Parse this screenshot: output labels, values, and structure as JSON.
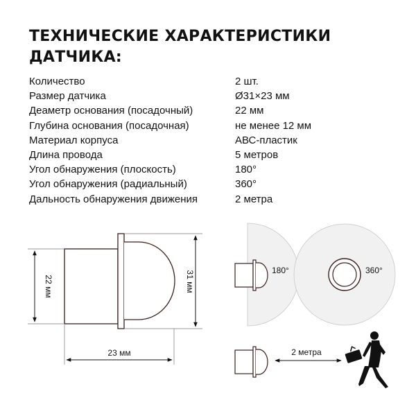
{
  "title": {
    "line1": "ТЕХНИЧЕСКИЕ ХАРАКТЕРИСТИКИ",
    "line2": "ДАТЧИКА:"
  },
  "specs": [
    {
      "label": "Количество",
      "value": "2 шт."
    },
    {
      "label": "Размер датчика",
      "value": "Ø31×23 мм"
    },
    {
      "label": "Деаметр основания (посадочный)",
      "value": "22 мм"
    },
    {
      "label": "Глубина основания (посадочная)",
      "value": "не менее 12 мм"
    },
    {
      "label": "Материал корпуса",
      "value": "АВС-пластик"
    },
    {
      "label": "Длина провода",
      "value": "5 метров"
    },
    {
      "label": "Угол обнаружения (плоскость)",
      "value": "180°"
    },
    {
      "label": "Угол обнаружения (радиальный)",
      "value": "360°"
    },
    {
      "label": "Дальность обнаружения движения",
      "value": "2 метра"
    }
  ],
  "diagram": {
    "dim_height": "22 мм",
    "dim_total_height": "31 мм",
    "dim_length": "23 мм",
    "angle_plane": "180°",
    "angle_radial": "360°",
    "range": "2 метра"
  },
  "colors": {
    "text": "#111111",
    "outline": "#3a1e1e",
    "detection_zone": "#f1f1f1",
    "zone_border": "#c8c8c8"
  }
}
